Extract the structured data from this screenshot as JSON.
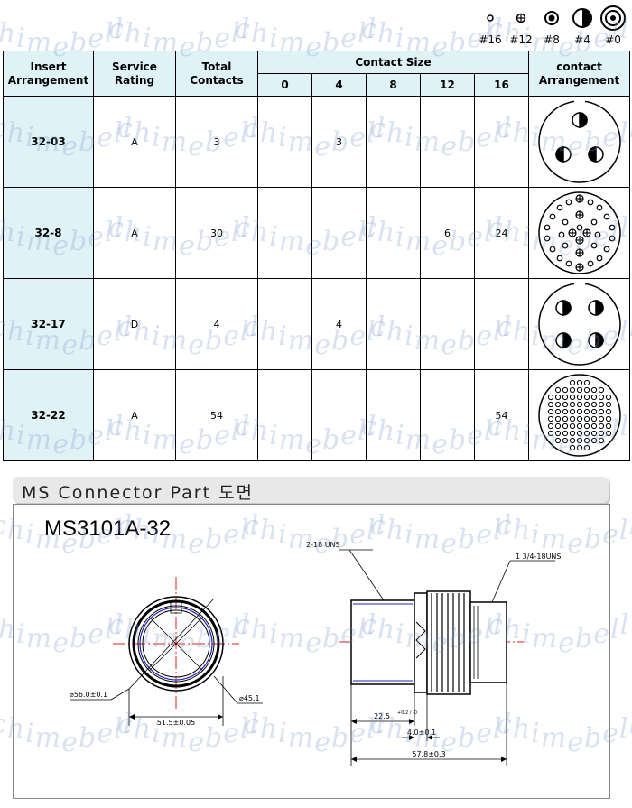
{
  "watermark": "chimebell",
  "legend": [
    {
      "label": "#16",
      "icon": "small-open-circle-icon"
    },
    {
      "label": "#12",
      "icon": "crosshair-circle-icon"
    },
    {
      "label": "#8",
      "icon": "target-circle-icon"
    },
    {
      "label": "#4",
      "icon": "half-filled-circle-icon"
    },
    {
      "label": "#0",
      "icon": "ringed-dot-circle-icon"
    }
  ],
  "table": {
    "headers": {
      "insert_arrangement": "Insert Arrangement",
      "service_rating": "Service Rating",
      "total_contacts": "Total Contacts",
      "contact_size": "Contact Size",
      "contact_arrangement": "contact Arrangement"
    },
    "sizes": [
      "0",
      "4",
      "8",
      "12",
      "16"
    ],
    "rows": [
      {
        "arrangement": "32-03",
        "rating": "A",
        "total": "3",
        "s0": "",
        "s4": "3",
        "s8": "",
        "s12": "",
        "s16": ""
      },
      {
        "arrangement": "32-8",
        "rating": "A",
        "total": "30",
        "s0": "",
        "s4": "",
        "s8": "",
        "s12": "6",
        "s16": "24"
      },
      {
        "arrangement": "32-17",
        "rating": "D",
        "total": "4",
        "s0": "",
        "s4": "4",
        "s8": "",
        "s12": "",
        "s16": ""
      },
      {
        "arrangement": "32-22",
        "rating": "A",
        "total": "54",
        "s0": "",
        "s4": "",
        "s8": "",
        "s12": "",
        "s16": "54"
      }
    ]
  },
  "section_title": "MS Connector Part 도면",
  "drawing": {
    "part_number": "MS3101A-32",
    "thread_rear": "2-18 UNS",
    "thread_front": "1 3/4-18UNS",
    "dia_outer": "⌀56.0±0.1",
    "dia_inner": "⌀45.1",
    "width": "51.5±0.05",
    "len_a": "22.5",
    "len_a_tol": "+0.2 / -0",
    "len_b": "4.0±0.1",
    "len_total": "57.8±0.3"
  },
  "colors": {
    "header_bg": "#dff3f7",
    "watermark": "#7896cd",
    "center_line": "#e0201c",
    "inner_ring": "#2020c0"
  }
}
